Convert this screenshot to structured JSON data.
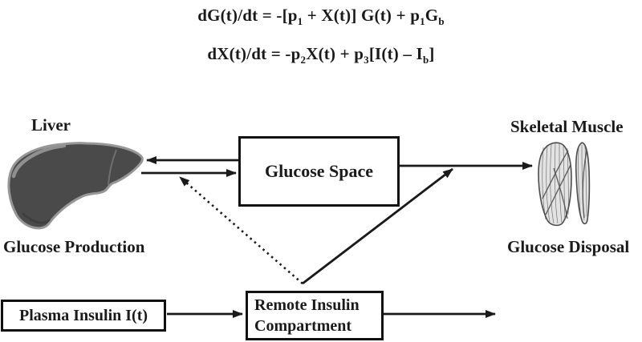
{
  "equations": {
    "eq1": {
      "lead": "dG(t)/dt = -[p",
      "sub1": "1",
      "mid1": " + X(t)] G(t) + p",
      "sub2": "1",
      "mid2": "G",
      "sub3": "b"
    },
    "eq2": {
      "lead": "dX(t)/dt = -p",
      "sub1": "2",
      "mid1": "X(t) + p",
      "sub2": "3",
      "mid2": "[I(t) – I",
      "sub3": "b",
      "tail": "]"
    }
  },
  "nodes": {
    "liver_label": "Liver",
    "glucose_production_label": "Glucose Production",
    "glucose_space_label": "Glucose Space",
    "skeletal_muscle_label": "Skeletal Muscle",
    "glucose_disposal_label": "Glucose Disposal",
    "plasma_insulin_label": "Plasma Insulin I(t)",
    "remote_insulin_line1": "Remote Insulin",
    "remote_insulin_line2": "Compartment"
  },
  "icons": {
    "liver": "liver-illustration",
    "skeletal_muscle": "skeletal-muscle-illustration"
  },
  "colors": {
    "background": "#ffffff",
    "line": "#1a1a1a",
    "box_border": "#111111",
    "liver_fill": "#4a4a4a",
    "liver_highlight": "#979797",
    "muscle_fill": "#e3e3e3",
    "muscle_stroke": "#4c4c4c",
    "text": "#1a1a1a"
  }
}
